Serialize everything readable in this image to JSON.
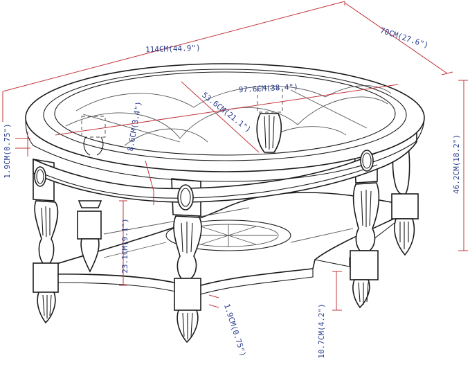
{
  "colors": {
    "dimension": "#c2343a",
    "dimension_text": "#2b3e8f",
    "outline": "#1a1a1a"
  },
  "dimensions": {
    "length": "114CM(44.9\")",
    "width": "70CM(27.6\")",
    "glass_length": "97.6CM(38.4\")",
    "glass_width": "53.6CM(21.1\")",
    "apron_height": "8.6CM(3.4\")",
    "top_thickness": "1.9CM(0.75\")",
    "total_height": "46.2CM(18.2\")",
    "shelf_clearance": "23.1CM(9.1\")",
    "shelf_thickness": "1.9CM(0.75\")",
    "foot_height": "10.7CM(4.2\")"
  }
}
